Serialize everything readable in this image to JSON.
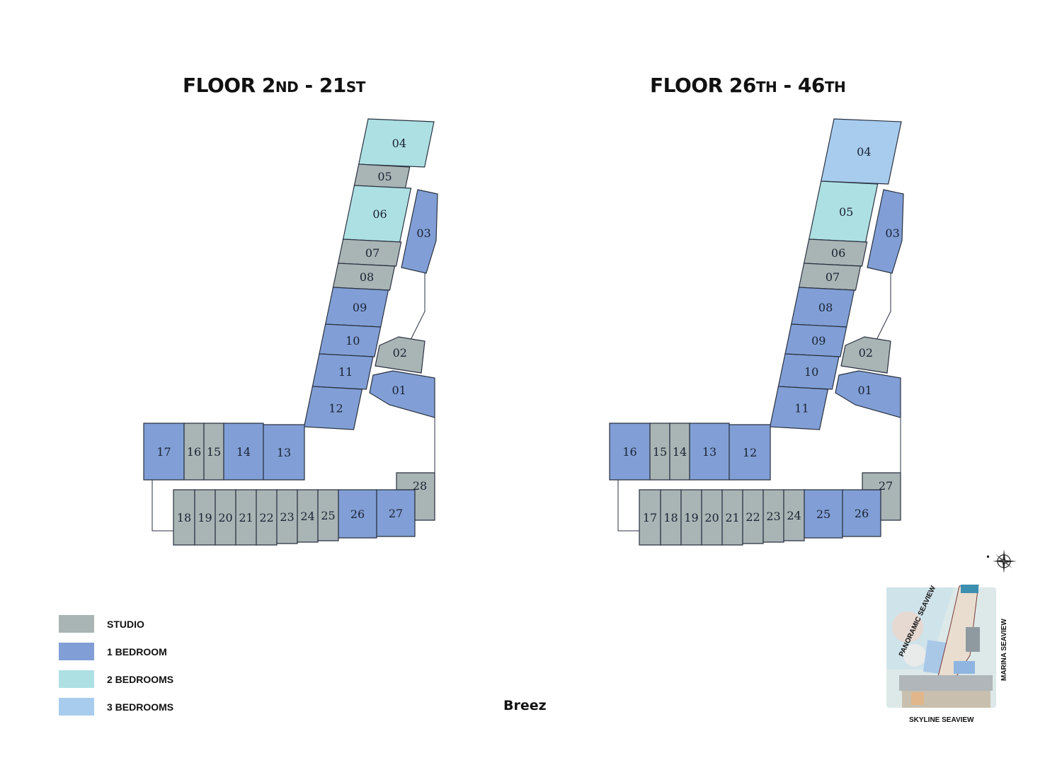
{
  "floors": [
    {
      "title_main": "FLOOR 2",
      "title_sup1": "ND",
      "title_mid": " - 21",
      "title_sup2": "ST",
      "units": [
        {
          "label": "04",
          "type": "2br"
        },
        {
          "label": "05",
          "type": "studio"
        },
        {
          "label": "06",
          "type": "2br"
        },
        {
          "label": "07",
          "type": "studio"
        },
        {
          "label": "08",
          "type": "studio"
        },
        {
          "label": "09",
          "type": "1br"
        },
        {
          "label": "10",
          "type": "1br"
        },
        {
          "label": "11",
          "type": "1br"
        },
        {
          "label": "12",
          "type": "1br"
        },
        {
          "label": "03",
          "type": "1br"
        },
        {
          "label": "02",
          "type": "studio"
        },
        {
          "label": "01",
          "type": "1br"
        },
        {
          "label": "17",
          "type": "1br"
        },
        {
          "label": "16",
          "type": "studio"
        },
        {
          "label": "15",
          "type": "studio"
        },
        {
          "label": "14",
          "type": "1br"
        },
        {
          "label": "13",
          "type": "1br"
        },
        {
          "label": "18",
          "type": "studio"
        },
        {
          "label": "19",
          "type": "studio"
        },
        {
          "label": "20",
          "type": "studio"
        },
        {
          "label": "21",
          "type": "studio"
        },
        {
          "label": "22",
          "type": "studio"
        },
        {
          "label": "23",
          "type": "studio"
        },
        {
          "label": "24",
          "type": "studio"
        },
        {
          "label": "25",
          "type": "studio"
        },
        {
          "label": "26",
          "type": "1br"
        },
        {
          "label": "27",
          "type": "1br"
        },
        {
          "label": "28",
          "type": "studio"
        }
      ]
    },
    {
      "title_main": "FLOOR 26",
      "title_sup1": "TH",
      "title_mid": " - 46",
      "title_sup2": "TH",
      "units": [
        {
          "label": "04",
          "type": "3br"
        },
        {
          "label": "05",
          "type": "2br"
        },
        {
          "label": "06",
          "type": "studio"
        },
        {
          "label": "07",
          "type": "studio"
        },
        {
          "label": "08",
          "type": "1br"
        },
        {
          "label": "09",
          "type": "1br"
        },
        {
          "label": "10",
          "type": "1br"
        },
        {
          "label": "11",
          "type": "1br"
        },
        {
          "label": "03",
          "type": "1br"
        },
        {
          "label": "02",
          "type": "studio"
        },
        {
          "label": "01",
          "type": "1br"
        },
        {
          "label": "16",
          "type": "1br"
        },
        {
          "label": "15",
          "type": "studio"
        },
        {
          "label": "14",
          "type": "studio"
        },
        {
          "label": "13",
          "type": "1br"
        },
        {
          "label": "12",
          "type": "1br"
        },
        {
          "label": "17",
          "type": "studio"
        },
        {
          "label": "18",
          "type": "studio"
        },
        {
          "label": "19",
          "type": "studio"
        },
        {
          "label": "20",
          "type": "studio"
        },
        {
          "label": "21",
          "type": "studio"
        },
        {
          "label": "22",
          "type": "studio"
        },
        {
          "label": "23",
          "type": "studio"
        },
        {
          "label": "24",
          "type": "studio"
        },
        {
          "label": "25",
          "type": "1br"
        },
        {
          "label": "26",
          "type": "1br"
        },
        {
          "label": "27",
          "type": "studio"
        }
      ]
    }
  ],
  "colors": {
    "studio": "#a9b4b5",
    "1br": "#819fd6",
    "2br": "#ade0e3",
    "3br": "#a7ccee",
    "outline": "#2a3140"
  },
  "legend": [
    {
      "type": "studio",
      "label": "STUDIO"
    },
    {
      "type": "1br",
      "label": "1 BEDROOM"
    },
    {
      "type": "2br",
      "label": "2 BEDROOMS"
    },
    {
      "type": "3br",
      "label": "3 BEDROOMS"
    }
  ],
  "brand": "Breez",
  "site_map": {
    "panoramic": "PANORAMIC SEAVIEW",
    "marina": "MARINA SEAVIEW",
    "skyline": "SKYLINE SEAVIEW",
    "compass_icon": "compass-rose-icon"
  }
}
